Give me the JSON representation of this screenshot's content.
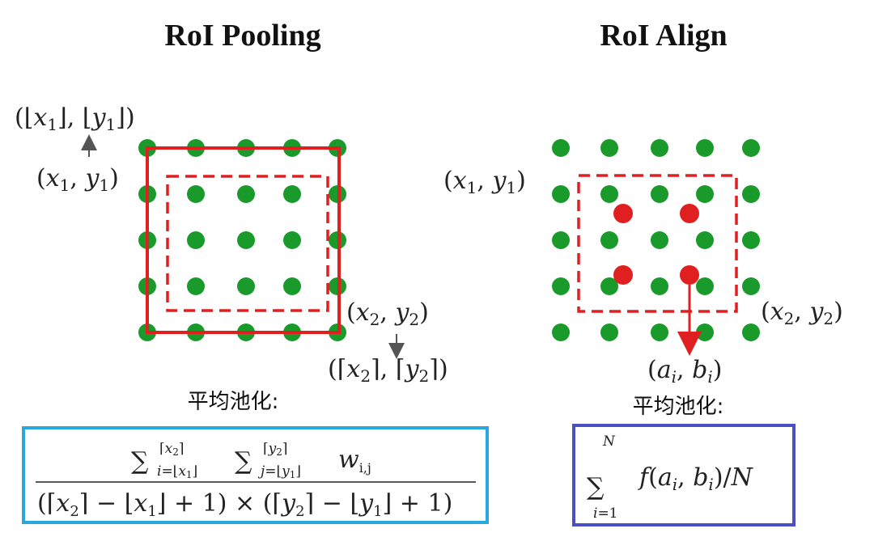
{
  "left": {
    "title": "RoI Pooling",
    "label_floor": "(⌊x₁⌋, ⌊y₁⌋)",
    "label_p1": "(x₁, y₁)",
    "label_p2": "(x₂, y₂)",
    "label_ceil": "(⌈x₂⌉, ⌈y₂⌉)",
    "caption": "平均池化:",
    "formula_numerator": "∑ i=⌊x₁⌋ .. ⌈x₂⌉  ∑ j=⌊y₁⌋ .. ⌈y₂⌉  w_{i,j}",
    "formula_denominator": "(⌈x₂⌉ − ⌊x₁⌋ + 1) × (⌈y₂⌉ − ⌊y₁⌋ + 1)",
    "box_color": "#29a8e0"
  },
  "right": {
    "title": "RoI Align",
    "label_p1": "(x₁, y₁)",
    "label_p2": "(x₂, y₂)",
    "label_sample": "(aᵢ, bᵢ)",
    "caption": "平均池化:",
    "formula": "∑ i=1..N f(aᵢ, bᵢ)/N",
    "box_color": "#4a4fc4"
  },
  "colors": {
    "grid_dot": "#1a9a2a",
    "roi": "#e02020",
    "arrow_gray": "#555555"
  }
}
